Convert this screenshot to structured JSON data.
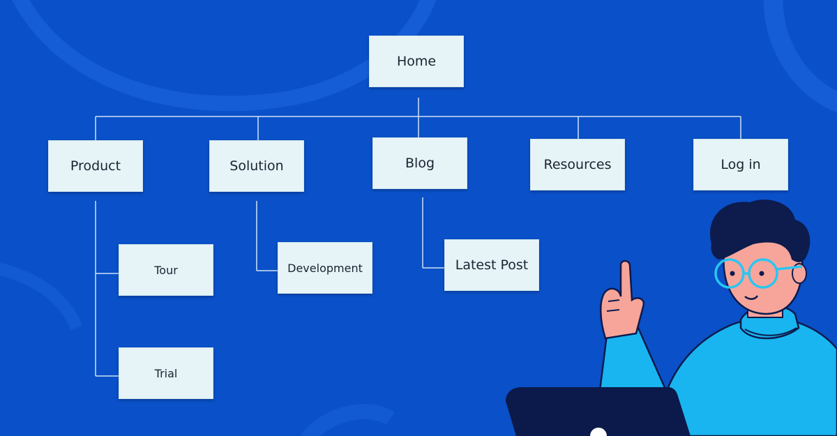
{
  "colors": {
    "background": "#0a50c8",
    "node_fill": "#e6f4f8",
    "connector": "#cfe2f5",
    "character_skin": "#f7a59a",
    "character_shirt": "#19b5f0",
    "character_hair": "#0d1b4d",
    "laptop": "#0b1a4a"
  },
  "sitemap": {
    "root": "Home",
    "sections": [
      {
        "label": "Product",
        "children": [
          "Tour",
          "Trial"
        ]
      },
      {
        "label": "Solution",
        "children": [
          "Development"
        ]
      },
      {
        "label": "Blog",
        "children": [
          "Latest Post"
        ]
      },
      {
        "label": "Resources",
        "children": []
      },
      {
        "label": "Log in",
        "children": []
      }
    ]
  },
  "illustration": {
    "subject": "person-pointing-up-with-laptop-icon"
  }
}
